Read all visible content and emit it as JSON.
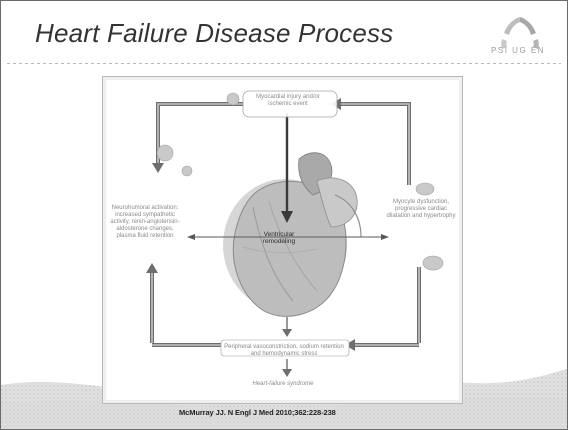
{
  "slide": {
    "title": "Heart Failure Disease Process",
    "logo_text": "PSI UG EN",
    "citation": "McMurray JJ. N Engl J Med 2010;362:228-238"
  },
  "figure": {
    "top_node": "Myocardial injury and/or ischemic event",
    "left_node": "Neurohumoral activation: increased sympathetic activity, renin-angiotensin-aldosterone changes, plasma fluid retention",
    "right_node": "Myocyte dysfunction, progressive cardiac dilatation and hypertrophy",
    "center_node": "Ventricular remodeling",
    "bottom_node": "Peripheral vasoconstriction, sodium retention and hemodynamic stress",
    "end_node": "Heart-failure syndrome"
  },
  "colors": {
    "arrow_outline": "#6e6e6e",
    "arrow_fill": "#c4c4c4",
    "heart_dark": "#6f6f6f",
    "heart_light": "#cfcfcf",
    "title": "#333333"
  }
}
